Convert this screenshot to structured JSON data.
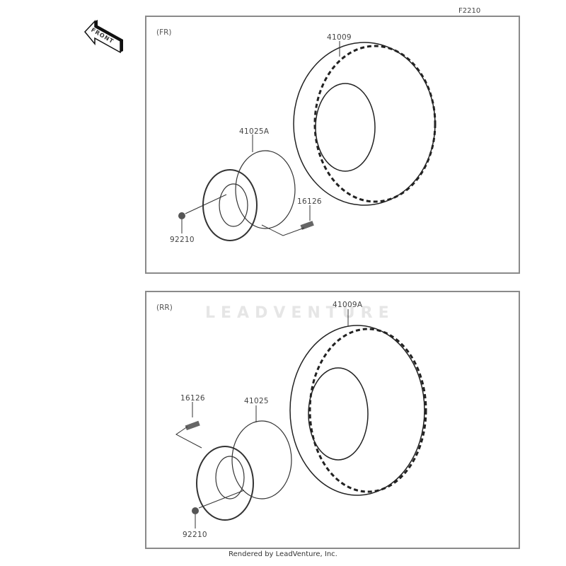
{
  "figure_id": "F2210",
  "front_indicator": "FRONT",
  "watermark": "LEADVENTURE",
  "render_credit": "Rendered by LeadVenture, Inc.",
  "panels": [
    {
      "section": "(FR)",
      "parts": [
        {
          "number": "41009",
          "name": "tire"
        },
        {
          "number": "41025A",
          "name": "wheel-rim"
        },
        {
          "number": "16126",
          "name": "valve-stem"
        },
        {
          "number": "92210",
          "name": "nut"
        }
      ]
    },
    {
      "section": "(RR)",
      "parts": [
        {
          "number": "41009A",
          "name": "tire"
        },
        {
          "number": "41025",
          "name": "wheel-rim"
        },
        {
          "number": "16126",
          "name": "valve-stem"
        },
        {
          "number": "92210",
          "name": "nut"
        }
      ]
    }
  ]
}
